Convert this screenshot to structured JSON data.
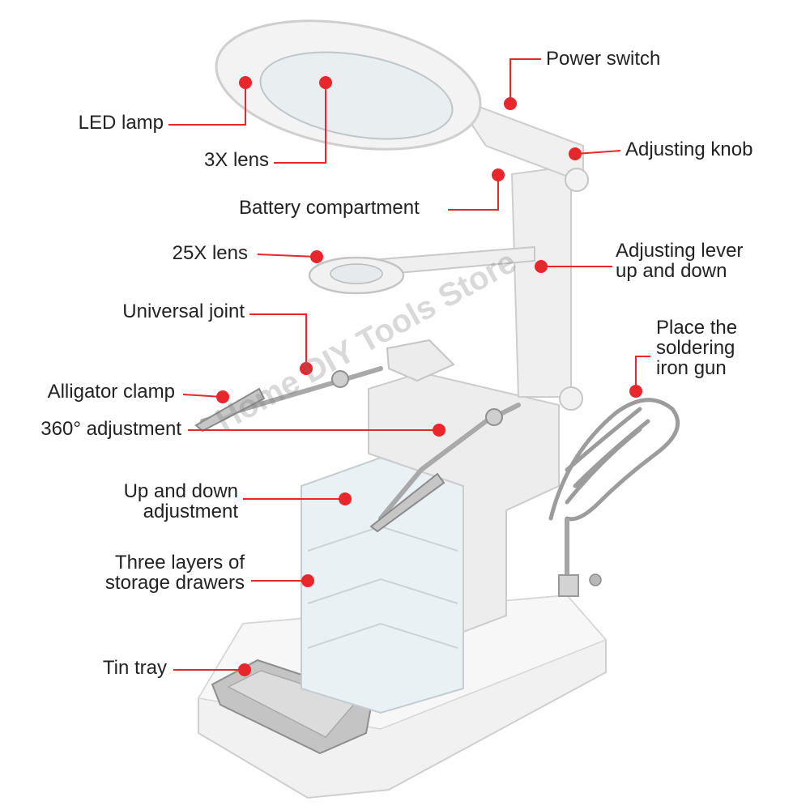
{
  "colors": {
    "callout": "#e8262b",
    "device_body": "#eeeeee",
    "device_edge": "#c9c9c9",
    "metal": "#b8b8b8",
    "drawer": "#e6eef2"
  },
  "labels": {
    "power_switch": "Power switch",
    "led_lamp": "LED lamp",
    "lens_3x": "3X lens",
    "adjusting_knob": "Adjusting knob",
    "battery_compartment": "Battery compartment",
    "lens_25x": "25X lens",
    "adjusting_lever": [
      "Adjusting lever",
      "up and down"
    ],
    "universal_joint": "Universal joint",
    "soldering_holder": [
      "Place the",
      "soldering",
      "iron gun"
    ],
    "alligator_clamp": "Alligator clamp",
    "adjustment_360": "360° adjustment",
    "up_down_adjustment": [
      "Up and down",
      "adjustment"
    ],
    "storage_drawers": [
      "Three layers of",
      "storage drawers"
    ],
    "tin_tray": "Tin tray"
  },
  "watermark": "Home DIY Tools Store"
}
